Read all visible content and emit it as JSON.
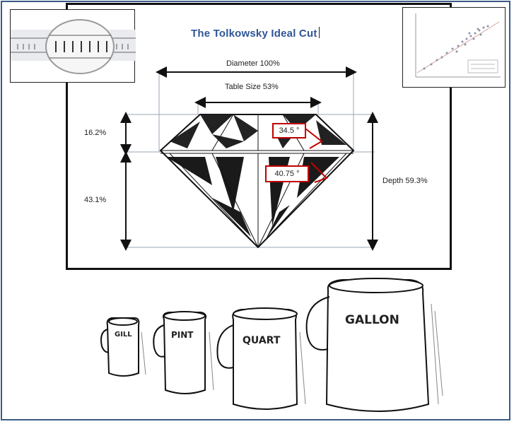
{
  "diagram": {
    "title": "The Tolkowsky Ideal Cut",
    "diameter_label": "Diameter 100%",
    "table_label": "Table Size 53%",
    "crown_label": "16.2%",
    "pavilion_label": "43.1%",
    "depth_label": "Depth 59.3%",
    "crown_angle": "34.5 °",
    "pavilion_angle": "40.75 °"
  },
  "measures": {
    "labels": [
      "GILL",
      "PINT",
      "QUART",
      "GALLON"
    ]
  },
  "colors": {
    "frame_border": "#3b5a86",
    "title": "#2f5597",
    "angle_highlight": "#c00000"
  },
  "icons": [
    "ruler-magnifier-icon",
    "scatter-plot-thumbnail-icon",
    "diamond-illustration",
    "measuring-jug-icon"
  ]
}
